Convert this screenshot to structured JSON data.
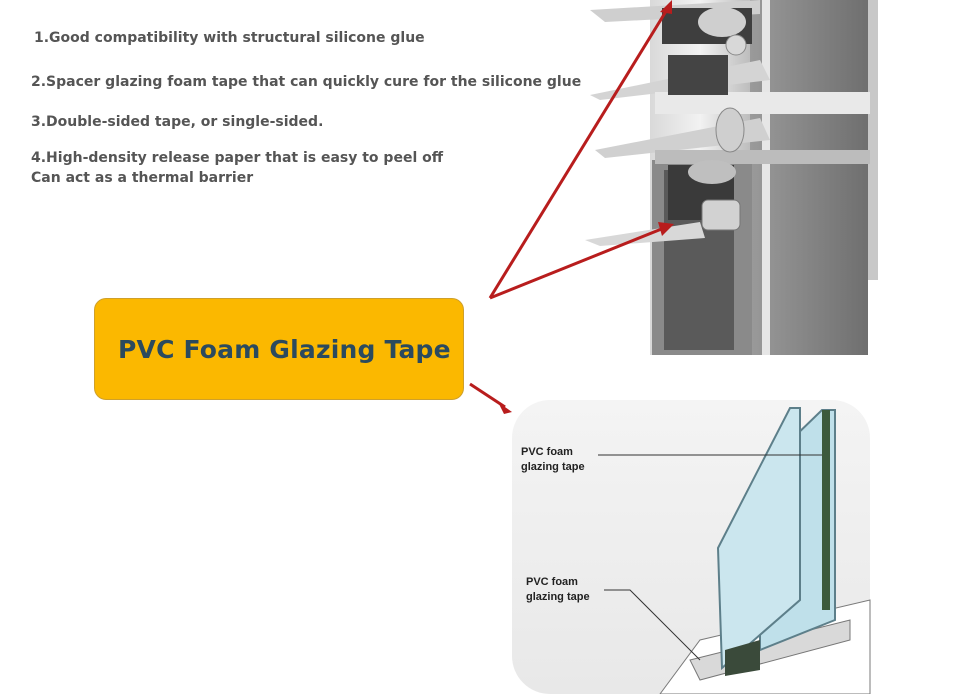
{
  "features": {
    "item1": "1.Good compatibility with structural silicone glue",
    "item2": "2.Spacer glazing foam tape that can quickly cure for the silicone glue",
    "item3": "3.Double-sided tape, or single-sided.",
    "item4_line1": "4.High-density release paper that is easy to peel off",
    "item4_line2": "Can act as a thermal barrier"
  },
  "callout": {
    "label": "PVC Foam Glazing Tape",
    "color": "#fbb800",
    "text_color": "#2b4a5e"
  },
  "arrows": {
    "color": "#b81d1d"
  },
  "detail_labels": {
    "top_line1": "PVC foam",
    "top_line2": "glazing tape",
    "bottom_line1": "PVC foam",
    "bottom_line2": "glazing tape"
  }
}
